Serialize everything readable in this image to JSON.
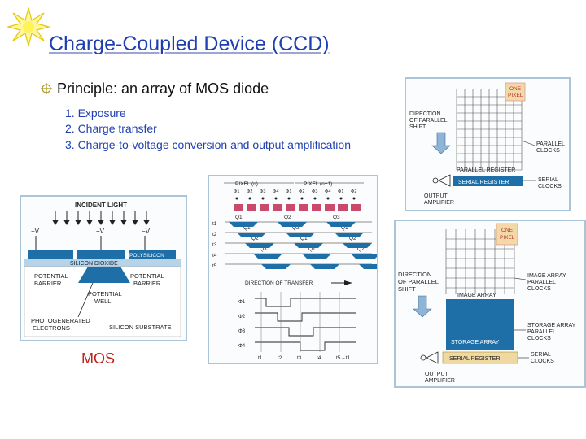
{
  "slide": {
    "title": "Charge-Coupled Device (CCD)",
    "bullet": "Principle: an array of MOS diode",
    "steps": [
      "1. Exposure",
      "2. Charge transfer",
      "3. Charge-to-voltage conversion and output amplification"
    ],
    "mos_caption": "MOS"
  },
  "mos_figure": {
    "incident_light": "INCIDENT LIGHT",
    "v_left": "−V",
    "v_mid": "+V",
    "v_right": "−V",
    "polysilicon": "POLYSILICON",
    "silicon_dioxide": "SILICON DIOXIDE",
    "potential_barrier_left": [
      "POTENTIAL",
      "BARRIER"
    ],
    "potential_barrier_right": [
      "POTENTIAL",
      "BARRIER"
    ],
    "potential_well": [
      "POTENTIAL",
      "WELL"
    ],
    "photogenerated": [
      "PHOTOGENERATED",
      "ELECTRONS"
    ],
    "silicon_substrate": "SILICON SUBSTRATE"
  },
  "transfer_figure": {
    "pixel_n": "PIXEL (n)",
    "pixel_n1": "PIXEL (n+1)",
    "phases": [
      "Φ1",
      "Φ2",
      "Φ3",
      "Φ4",
      "Φ1",
      "Φ2",
      "Φ3",
      "Φ4",
      "Φ1",
      "Φ2"
    ],
    "times": [
      "t1",
      "t2",
      "t3",
      "t4",
      "t5"
    ],
    "q_labels": [
      "Q1",
      "Q2",
      "Q3",
      "Q1",
      "Q2",
      "Q1",
      "Q2",
      "Q1",
      "Q2",
      "Q3",
      "Q1",
      "Q2"
    ],
    "direction": "DIRECTION OF TRANSFER",
    "clock_labels": [
      "Φ1",
      "Φ2",
      "Φ3",
      "Φ4"
    ],
    "time_ticks": [
      "t1",
      "t2",
      "t3",
      "t4",
      "t5→t1"
    ]
  },
  "ccd_top": {
    "one_pixel": [
      "ONE",
      "PIXEL"
    ],
    "direction": [
      "DIRECTION",
      "OF PARALLEL",
      "SHIFT"
    ],
    "parallel_clocks": [
      "PARALLEL",
      "CLOCKS"
    ],
    "parallel_register": "PARALLEL REGISTER",
    "serial_register": "SERIAL REGISTER",
    "serial_clocks": [
      "SERIAL",
      "CLOCKS"
    ],
    "output_amplifier": [
      "OUTPUT",
      "AMPLIFIER"
    ]
  },
  "ccd_bottom": {
    "one_pixel": [
      "ONE",
      "PIXEL"
    ],
    "direction": [
      "DIRECTION",
      "OF PARALLEL",
      "SHIFT"
    ],
    "image_array_label": [
      "IMAGE ARRAY",
      "PARALLEL",
      "CLOCKS"
    ],
    "image_array": "IMAGE ARRAY",
    "storage_array_label": [
      "STORAGE ARRAY",
      "PARALLEL",
      "CLOCKS"
    ],
    "storage_array": "STORAGE ARRAY",
    "serial_register": "SERIAL REGISTER",
    "serial_clocks": [
      "SERIAL",
      "CLOCKS"
    ],
    "output_amplifier": [
      "OUTPUT",
      "AMPLIFIER"
    ]
  },
  "colors": {
    "title": "#1f3fb0",
    "accent_blue": "#1e6ea8",
    "pixel_red": "#c94a6a",
    "caption_red": "#c0201a"
  }
}
